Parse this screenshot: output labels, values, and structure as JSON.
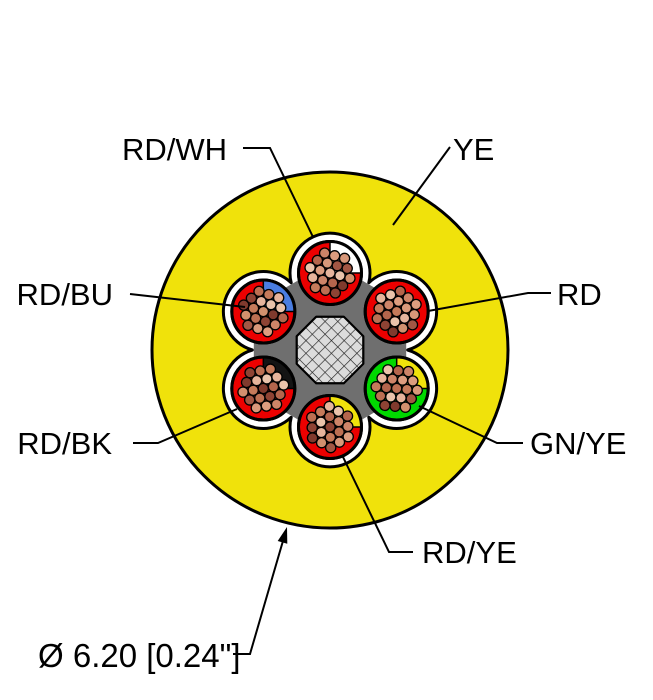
{
  "diagram": {
    "type": "cable-cross-section",
    "labels": {
      "rd_wh": "RD/WH",
      "ye": "YE",
      "rd_bu": "RD/BU",
      "rd": "RD",
      "rd_bk": "RD/BK",
      "gn_ye": "GN/YE",
      "rd_ye": "RD/YE",
      "diameter": "Ø 6.20 [0.24\"]"
    },
    "colors": {
      "jacket_yellow": "#f0e20b",
      "conductor_red": "#ec0000",
      "conductor_green": "#00d800",
      "stripe_white": "#ffffff",
      "stripe_blue": "#4a7de0",
      "stripe_black": "#141414",
      "stripe_yellow": "#f0e20b",
      "shield_gray": "#6f6f6f",
      "filler_gray": "#dcdcdc",
      "hatch_dark": "#222222",
      "outline_black": "#000000",
      "strand_palette": [
        "#e6b49c",
        "#d2906e",
        "#b4654c",
        "#8e4334",
        "#dd9d7f",
        "#c57a5a",
        "#a25744",
        "#eac3ab",
        "#803a2d",
        "#cd8468",
        "#bc6f52",
        "#d8987a"
      ]
    },
    "conductors": [
      {
        "name": "RD/WH",
        "base_key": "conductor_red",
        "stripe_key": "stripe_white",
        "angle": -90
      },
      {
        "name": "RD",
        "base_key": "conductor_red",
        "stripe_key": null,
        "angle": -30
      },
      {
        "name": "GN/YE",
        "base_key": "conductor_green",
        "stripe_key": "stripe_yellow",
        "angle": 30
      },
      {
        "name": "RD/YE",
        "base_key": "conductor_red",
        "stripe_key": "stripe_yellow",
        "angle": 90
      },
      {
        "name": "RD/BK",
        "base_key": "conductor_red",
        "stripe_key": "stripe_black",
        "angle": 150
      },
      {
        "name": "RD/BU",
        "base_key": "conductor_red",
        "stripe_key": "stripe_blue",
        "angle": 210
      }
    ]
  }
}
